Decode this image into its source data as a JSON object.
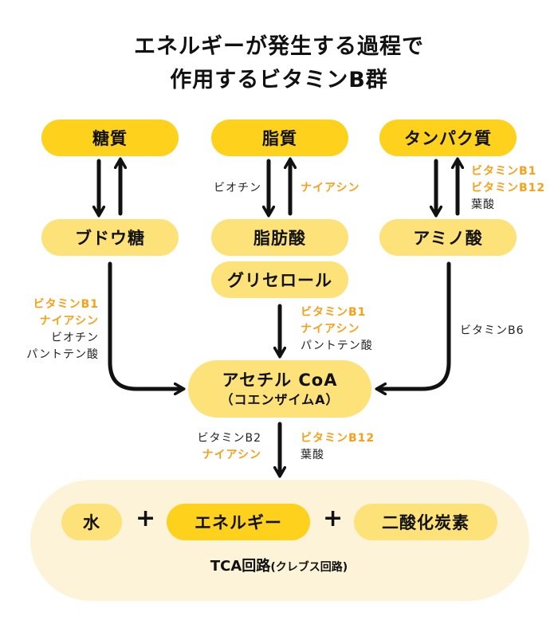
{
  "title": {
    "line1": "エネルギーが発生する過程で",
    "line2": "作用するビタミンB群"
  },
  "colors": {
    "primary_pill": "#FDD11C",
    "secondary_pill": "#FDE27A",
    "cycle_background": "#FCF3D8",
    "vitamin_highlight": "#F7A01A",
    "text": "#111111"
  },
  "nutrients": {
    "carbohydrate": "糖質",
    "lipid": "脂質",
    "protein": "タンパク質"
  },
  "intermediates": {
    "glucose": "ブドウ糖",
    "fatty_acid": "脂肪酸",
    "amino_acid": "アミノ酸",
    "glycerol": "グリセロール"
  },
  "acetyl_coa": {
    "label": "アセチル CoA",
    "sub": "（コエンザイムA）"
  },
  "notes": {
    "lipid_down": [
      "ビオチン"
    ],
    "lipid_up": [
      "ナイアシン"
    ],
    "protein_up": [
      {
        "text": "ビタミンB1",
        "highlight": true
      },
      {
        "text": "ビタミンB12",
        "highlight": true
      },
      {
        "text": "葉酸",
        "highlight": false
      }
    ],
    "glucose_path": [
      {
        "text": "ビタミンB1",
        "highlight": true
      },
      {
        "text": "ナイアシン",
        "highlight": true
      },
      {
        "text": "ビオチン",
        "highlight": false
      },
      {
        "text": "パントテン酸",
        "highlight": false
      }
    ],
    "glycerol_path": [
      {
        "text": "ビタミンB1",
        "highlight": true
      },
      {
        "text": "ナイアシン",
        "highlight": true
      },
      {
        "text": "パントテン酸",
        "highlight": false
      }
    ],
    "amino_path": [
      {
        "text": "ビタミンB6",
        "highlight": false
      }
    ],
    "acoa_left": [
      {
        "text": "ビタミンB2",
        "highlight": false
      },
      {
        "text": "ナイアシン",
        "highlight": true
      }
    ],
    "acoa_right": [
      {
        "text": "ビタミンB12",
        "highlight": true
      },
      {
        "text": "葉酸",
        "highlight": false
      }
    ]
  },
  "cycle": {
    "water": "水",
    "energy": "エネルギー",
    "co2": "二酸化炭素",
    "plus": "+",
    "name": "TCA回路",
    "name_sub": "(クレブス回路)"
  }
}
